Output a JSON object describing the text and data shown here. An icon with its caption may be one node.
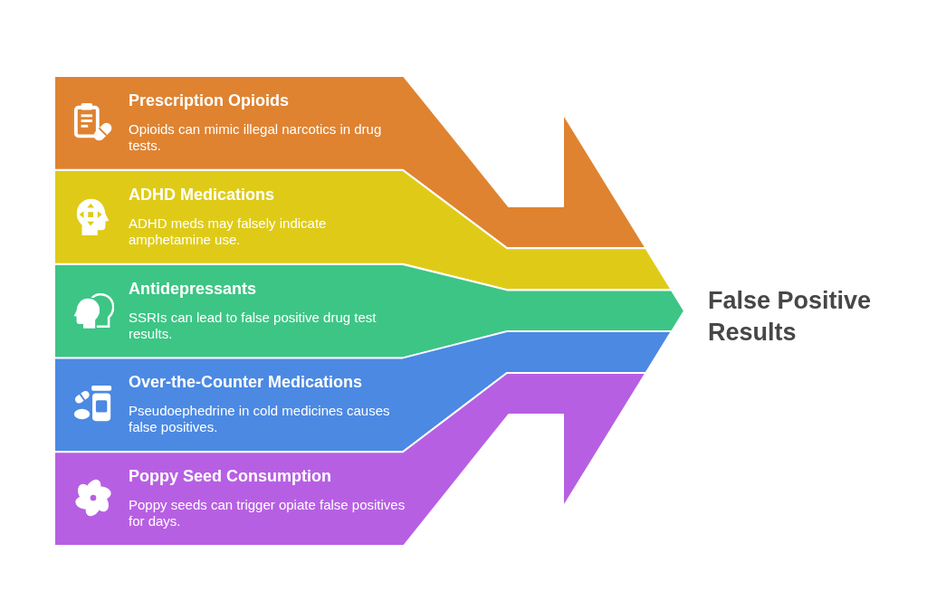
{
  "diagram": {
    "nodes": [
      {
        "text": [
          "Prescription Opioids",
          "Opioids can mimic illegal narcotics in drug tests."
        ]
      },
      {
        "text": [
          "ADHD Medications",
          "ADHD meds may falsely indicate amphetamine use."
        ]
      },
      {
        "text": [
          "Antidepressants",
          "SSRIs can lead to false positive drug test results."
        ]
      },
      {
        "text": [
          "Over-the-Counter Medications",
          "Pseudoephedrine in cold medicines causes false positives."
        ]
      },
      {
        "text": [
          "Poppy Seed Consumption",
          "Poppy seeds can trigger opiate false positives for days."
        ]
      }
    ],
    "labels": [
      "False Positive Results"
    ]
  }
}
